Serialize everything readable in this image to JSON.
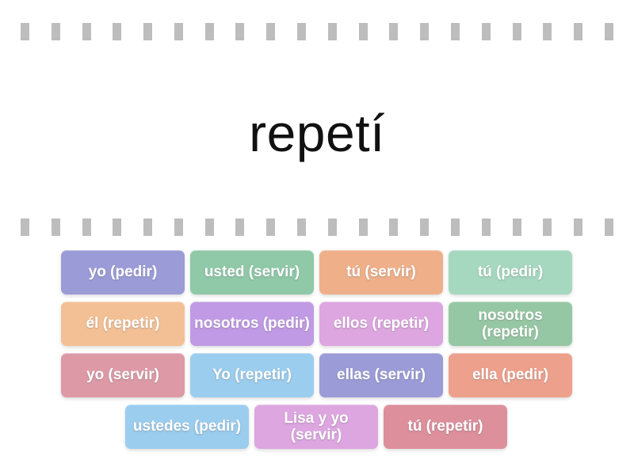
{
  "activity": {
    "prompt_word": "repetí"
  },
  "decoration": {
    "dash_color": "#bdbdbd",
    "dash_count_top": 20,
    "dash_count_mid": 20
  },
  "tiles": {
    "rows": [
      [
        {
          "label": "yo (pedir)",
          "color": "#9b9bd8"
        },
        {
          "label": "usted (servir)",
          "color": "#8fc9a8"
        },
        {
          "label": "tú (servir)",
          "color": "#efb089"
        },
        {
          "label": "tú (pedir)",
          "color": "#a5d8bf"
        }
      ],
      [
        {
          "label": "él (repetir)",
          "color": "#f3c096"
        },
        {
          "label": "nosotros (pedir)",
          "color": "#c09ae4"
        },
        {
          "label": "ellos (repetir)",
          "color": "#dda6e0"
        },
        {
          "label": "nosotros (repetir)",
          "color": "#96c7a4"
        }
      ],
      [
        {
          "label": "yo (servir)",
          "color": "#dd9aa6"
        },
        {
          "label": "Yo (repetir)",
          "color": "#9bcdee"
        },
        {
          "label": "ellas (servir)",
          "color": "#9b9bd8"
        },
        {
          "label": "ella (pedir)",
          "color": "#eda08c"
        }
      ],
      [
        {
          "label": "ustedes (pedir)",
          "color": "#9bcdee"
        },
        {
          "label": "Lisa y yo (servir)",
          "color": "#dda6e0"
        },
        {
          "label": "tú (repetir)",
          "color": "#dd8f9c"
        }
      ]
    ]
  }
}
